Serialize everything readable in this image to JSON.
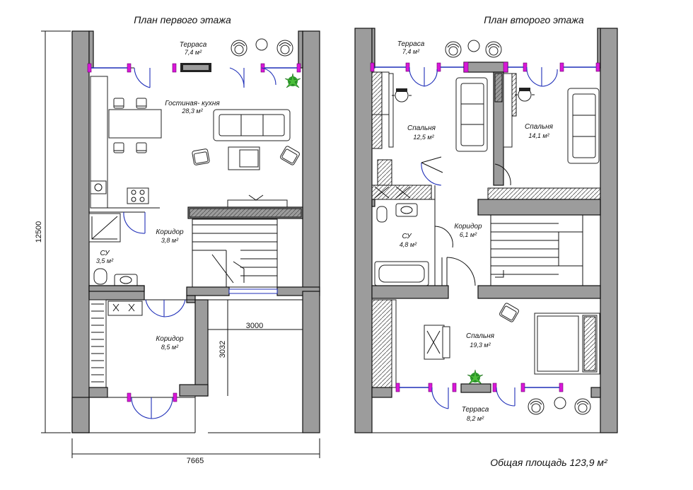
{
  "floor1": {
    "title": "План первого этажа",
    "rooms": [
      {
        "name": "Терраса",
        "area": "7,4 м²"
      },
      {
        "name": "Гостиная- кухня",
        "area": "28,3 м²"
      },
      {
        "name": "Коридор",
        "area": "3,8 м²"
      },
      {
        "name": "СУ",
        "area": "3,5 м²"
      },
      {
        "name": "Коридор",
        "area": "8,5 м²"
      }
    ],
    "dims": {
      "height": "12500",
      "width": "7665",
      "porch_w": "3000",
      "porch_h": "3032"
    }
  },
  "floor2": {
    "title": "План второго этажа",
    "rooms": [
      {
        "name": "Терраса",
        "area": "7,4 м²"
      },
      {
        "name": "Спальня",
        "area": "12,5 м²"
      },
      {
        "name": "Спальня",
        "area": "14,1 м²"
      },
      {
        "name": "СУ",
        "area": "4,8 м²"
      },
      {
        "name": "Коридор",
        "area": "6,1 м²"
      },
      {
        "name": "Спальня",
        "area": "19,3 м²"
      },
      {
        "name": "Терраса",
        "area": "8,2 м²"
      }
    ]
  },
  "total": "Общая площадь 123,9 м²",
  "colors": {
    "wall": "#9c9c9c",
    "door": "#1f2fb8",
    "window_frame": "#d818d8",
    "plant": "#2e9d2e"
  },
  "icons": [
    "sofa-icon",
    "armchair-icon",
    "dining-chair-icon",
    "plant-icon",
    "stove-icon",
    "sink-icon",
    "toilet-icon",
    "bathtub-icon",
    "shower-icon",
    "bed-icon",
    "desk-chair-icon",
    "staircase-icon"
  ]
}
